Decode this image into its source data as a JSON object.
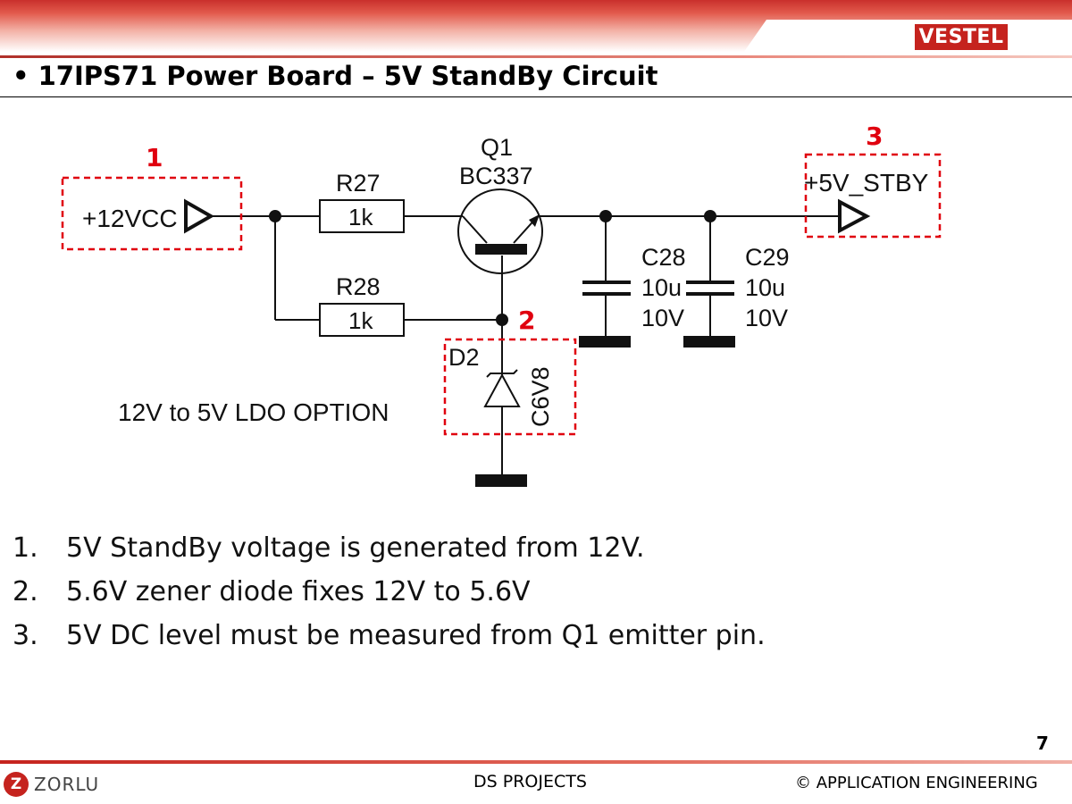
{
  "brand": {
    "vestel_logo": "VESTEL",
    "zorlu_logo_letter": "Z",
    "zorlu_logo_text": "ZORLU"
  },
  "header": {
    "title": "• 17IPS71 Power Board – 5V StandBy Circuit"
  },
  "schematic": {
    "input_label": "+12VCC",
    "output_label": "+5V_STBY",
    "note_label": "12V to 5V LDO OPTION",
    "callouts": [
      "1",
      "2",
      "3"
    ],
    "q1": {
      "ref": "Q1",
      "part": "BC337"
    },
    "r27": {
      "ref": "R27",
      "value": "1k"
    },
    "r28": {
      "ref": "R28",
      "value": "1k"
    },
    "c28": {
      "ref": "C28",
      "value": "10u",
      "voltage": "10V"
    },
    "c29": {
      "ref": "C29",
      "value": "10u",
      "voltage": "10V"
    },
    "d2": {
      "ref": "D2",
      "part": "C6V8"
    },
    "colors": {
      "callout_red": "#e0000f",
      "wire": "#111111"
    }
  },
  "notes": [
    {
      "num": "1.",
      "text": "5V StandBy voltage is generated from 12V."
    },
    {
      "num": "2.",
      "text": "5.6V zener diode fixes 12V to 5.6V"
    },
    {
      "num": "3.",
      "text": "5V DC level must be measured from Q1 emitter pin."
    }
  ],
  "page": {
    "number": "7"
  },
  "footer": {
    "center": "DS PROJECTS",
    "right": "© APPLICATION ENGINEERING"
  }
}
